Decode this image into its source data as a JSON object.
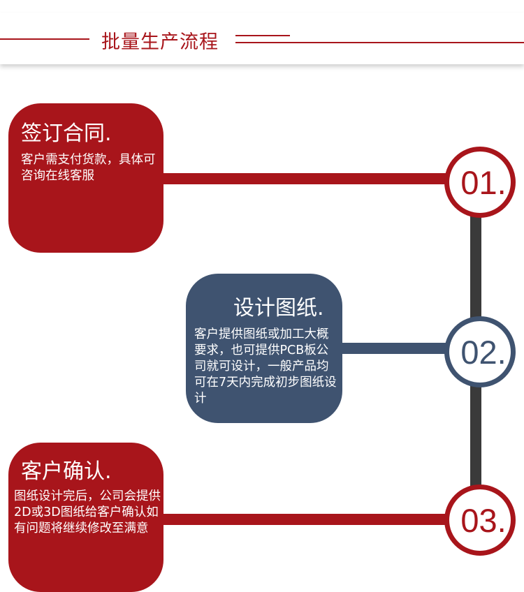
{
  "header": {
    "title": "批量生产流程"
  },
  "colors": {
    "red": "#a8151b",
    "navy": "#3f5370",
    "spine": "#3a3a3a"
  },
  "steps": [
    {
      "number": "01.",
      "title": "签订合同.",
      "description": "客户需支付货款，具体可咨询在线客服"
    },
    {
      "number": "02.",
      "title": "设计图纸.",
      "description": "客户提供图纸或加工大概要求，也可提供PCB板公司就可设计，一般产品均可在7天内完成初步图纸设计"
    },
    {
      "number": "03.",
      "title": "客户确认.",
      "description": "图纸设计完后，公司会提供2D或3D图纸给客户确认如有问题将继续修改至满意"
    }
  ]
}
